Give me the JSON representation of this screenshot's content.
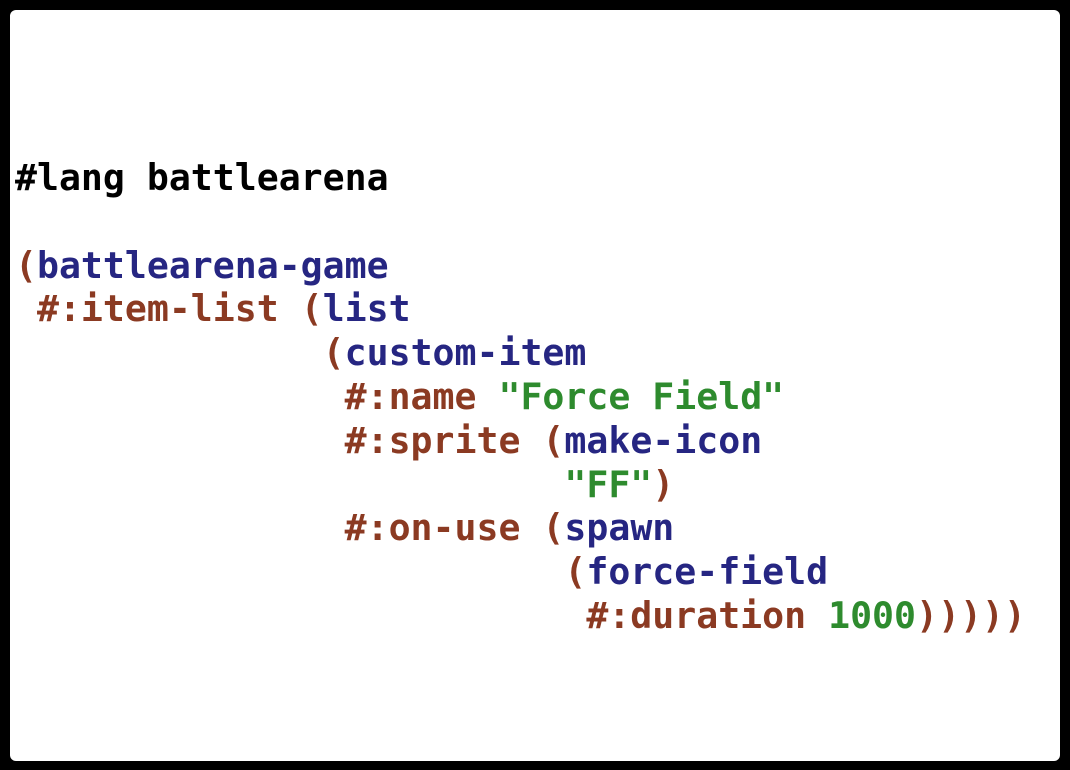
{
  "editor": {
    "lines": [
      [
        {
          "t": "plain",
          "v": "#lang battlearena"
        }
      ],
      [],
      [
        {
          "t": "paren",
          "v": "("
        },
        {
          "t": "id",
          "v": "battlearena-game"
        }
      ],
      [
        {
          "t": "plain",
          "v": " "
        },
        {
          "t": "kw",
          "v": "#:item-list"
        },
        {
          "t": "plain",
          "v": " "
        },
        {
          "t": "paren",
          "v": "("
        },
        {
          "t": "id",
          "v": "list"
        }
      ],
      [
        {
          "t": "plain",
          "v": "              "
        },
        {
          "t": "paren",
          "v": "("
        },
        {
          "t": "id",
          "v": "custom-item"
        }
      ],
      [
        {
          "t": "plain",
          "v": "               "
        },
        {
          "t": "kw",
          "v": "#:name"
        },
        {
          "t": "plain",
          "v": " "
        },
        {
          "t": "str",
          "v": "\"Force Field\""
        }
      ],
      [
        {
          "t": "plain",
          "v": "               "
        },
        {
          "t": "kw",
          "v": "#:sprite"
        },
        {
          "t": "plain",
          "v": " "
        },
        {
          "t": "paren",
          "v": "("
        },
        {
          "t": "id",
          "v": "make-icon"
        }
      ],
      [
        {
          "t": "plain",
          "v": "                         "
        },
        {
          "t": "str",
          "v": "\"FF\""
        },
        {
          "t": "paren",
          "v": ")"
        }
      ],
      [
        {
          "t": "plain",
          "v": "               "
        },
        {
          "t": "kw",
          "v": "#:on-use"
        },
        {
          "t": "plain",
          "v": " "
        },
        {
          "t": "paren",
          "v": "("
        },
        {
          "t": "id",
          "v": "spawn"
        }
      ],
      [
        {
          "t": "plain",
          "v": "                         "
        },
        {
          "t": "paren",
          "v": "("
        },
        {
          "t": "id",
          "v": "force-field"
        }
      ],
      [
        {
          "t": "plain",
          "v": "                          "
        },
        {
          "t": "kw",
          "v": "#:duration"
        },
        {
          "t": "plain",
          "v": " "
        },
        {
          "t": "num",
          "v": "1000"
        },
        {
          "t": "paren",
          "v": ")))))"
        }
      ]
    ]
  },
  "colors": {
    "keyword": "#8b3a22",
    "paren": "#8b3a22",
    "identifier": "#262682",
    "string": "#2e8b2e",
    "number": "#2e8b2e",
    "plain": "#000000"
  }
}
